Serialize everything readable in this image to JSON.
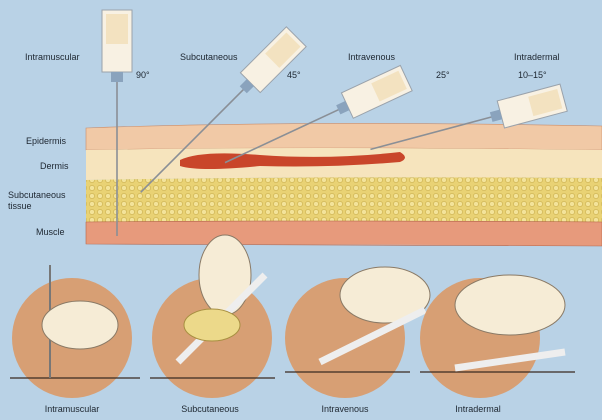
{
  "injections": [
    {
      "name": "Intramuscular",
      "angle": "90°"
    },
    {
      "name": "Subcutaneous",
      "angle": "45°"
    },
    {
      "name": "Intravenous",
      "angle": "25°"
    },
    {
      "name": "Intradermal",
      "angle": "10–15°"
    }
  ],
  "layers": {
    "epidermis": "Epidermis",
    "dermis": "Dermis",
    "subcutaneous_line1": "Subcutaneous",
    "subcutaneous_line2": "tissue",
    "muscle": "Muscle"
  },
  "bottom_labels": [
    "Intramuscular",
    "Subcutaneous",
    "Intravenous",
    "Intradermal"
  ],
  "colors": {
    "background": "#b9d2e6",
    "epidermis": "#f1c9a6",
    "dermis": "#f6e4bd",
    "subcutaneous": "#e6cf6c",
    "muscle": "#e79a7c",
    "vein": "#c9462a",
    "circle": "#d79f74"
  }
}
